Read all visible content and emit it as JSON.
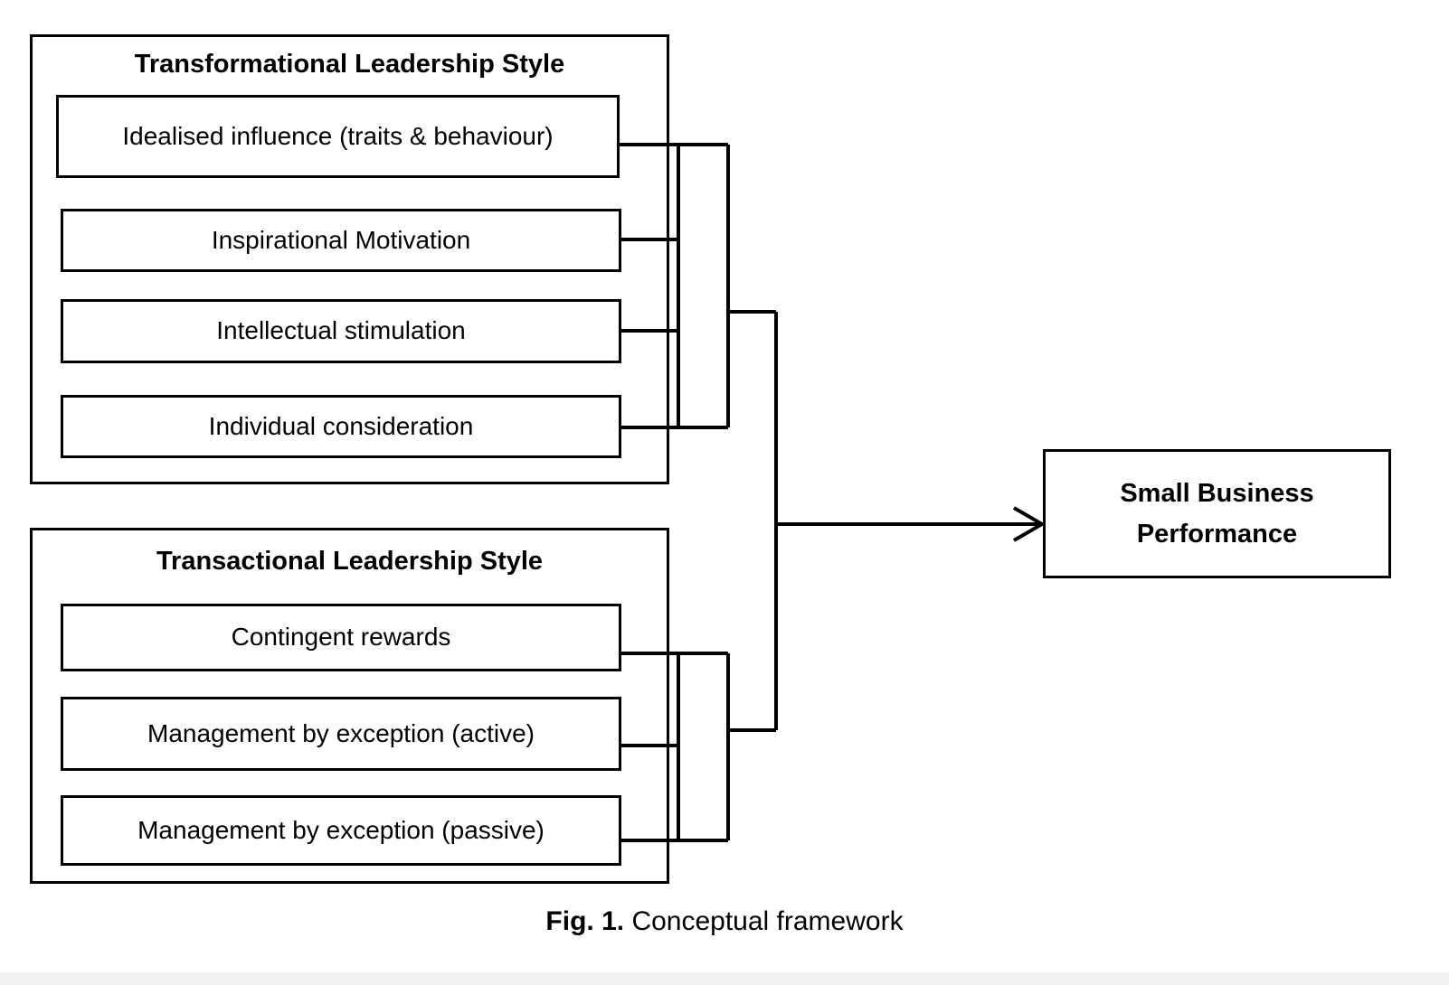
{
  "figure": {
    "caption_label": "Fig. 1.",
    "caption_text": " Conceptual framework",
    "line_color": "#000000",
    "background_color": "#ffffff"
  },
  "groups": [
    {
      "id": "transformational",
      "title": "Transformational Leadership Style",
      "items": [
        {
          "label": "Idealised influence (traits & behaviour)"
        },
        {
          "label": "Inspirational Motivation"
        },
        {
          "label": "Intellectual stimulation"
        },
        {
          "label": "Individual consideration"
        }
      ]
    },
    {
      "id": "transactional",
      "title": "Transactional Leadership Style",
      "items": [
        {
          "label": "Contingent rewards"
        },
        {
          "label": "Management by exception (active)"
        },
        {
          "label": "Management by exception (passive)"
        }
      ]
    }
  ],
  "outcome": {
    "line1": "Small Business",
    "line2": "Performance"
  },
  "chart_data": {
    "type": "diagram",
    "title": "Fig. 1. Conceptual framework",
    "nodes": [
      {
        "id": "transformational",
        "label": "Transformational Leadership Style",
        "role": "construct-group"
      },
      {
        "id": "ii",
        "label": "Idealised influence (traits & behaviour)",
        "role": "dimension",
        "parent": "transformational"
      },
      {
        "id": "im",
        "label": "Inspirational Motivation",
        "role": "dimension",
        "parent": "transformational"
      },
      {
        "id": "is",
        "label": "Intellectual stimulation",
        "role": "dimension",
        "parent": "transformational"
      },
      {
        "id": "ic",
        "label": "Individual consideration",
        "role": "dimension",
        "parent": "transformational"
      },
      {
        "id": "transactional",
        "label": "Transactional Leadership Style",
        "role": "construct-group"
      },
      {
        "id": "cr",
        "label": "Contingent rewards",
        "role": "dimension",
        "parent": "transactional"
      },
      {
        "id": "mbea",
        "label": "Management by exception (active)",
        "role": "dimension",
        "parent": "transactional"
      },
      {
        "id": "mbep",
        "label": "Management by exception (passive)",
        "role": "dimension",
        "parent": "transactional"
      },
      {
        "id": "sbp",
        "label": "Small Business Performance",
        "role": "outcome"
      }
    ],
    "edges": [
      {
        "from": "transformational",
        "to": "sbp",
        "arrow": true
      },
      {
        "from": "transactional",
        "to": "sbp",
        "arrow": true
      }
    ]
  }
}
